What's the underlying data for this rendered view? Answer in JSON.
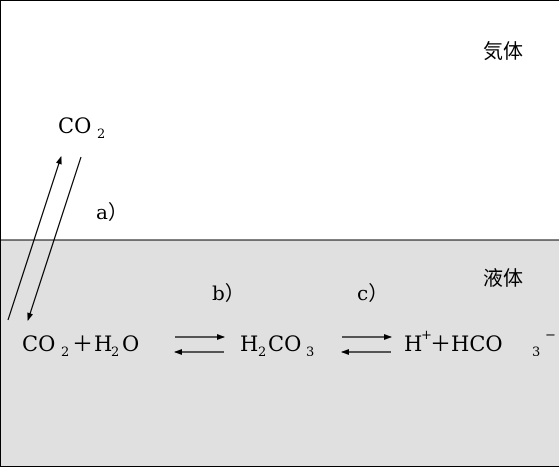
{
  "diagram": {
    "phases": {
      "gas": "気体",
      "liquid": "液体"
    },
    "steps": {
      "a": "a）",
      "b": "b）",
      "c": "c）"
    },
    "gas_species": {
      "co": "CO",
      "sub": "2"
    },
    "equation": {
      "co2_co": "CO",
      "co2_sub": "2",
      "plus1": "＋",
      "h2o_h": "H",
      "h2o_sub": "2",
      "h2o_o": "O",
      "h2co3_h": "H",
      "h2co3_sub1": "2",
      "h2co3_co": "CO",
      "h2co3_sub2": "3",
      "h_plus_h": "H",
      "h_plus_sup": "+",
      "plus2": "＋",
      "hco3_hco": "HCO",
      "hco3_sub": "3",
      "hco3_sup": "−"
    },
    "colors": {
      "gas_background": "#ffffff",
      "liquid_background": "#e0e0e0",
      "stroke": "#000000"
    }
  }
}
